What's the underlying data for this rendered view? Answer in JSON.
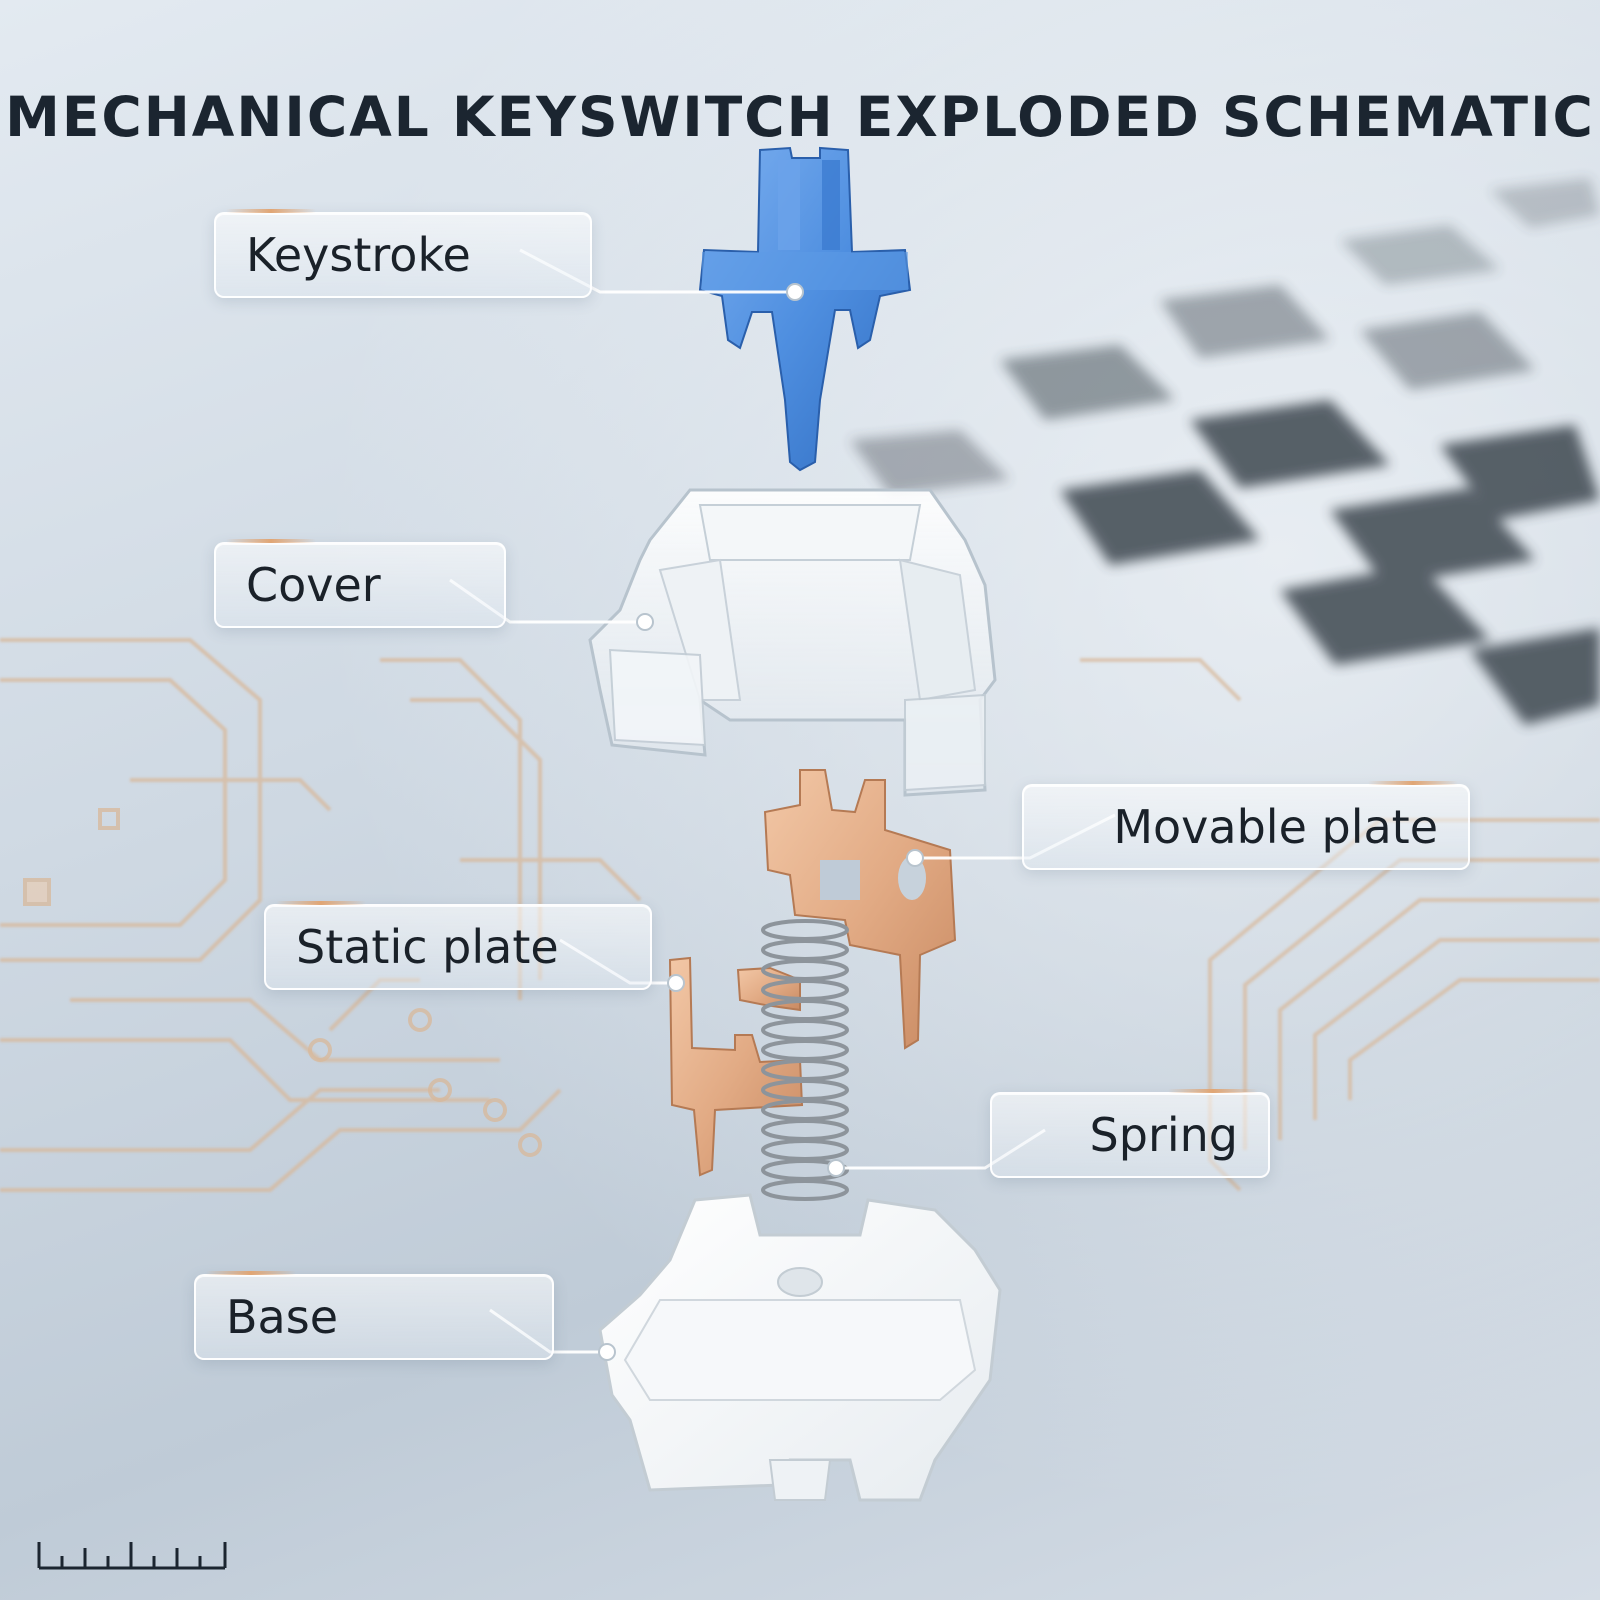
{
  "title": "MECHANICAL KEYSWITCH EXPLODED SCHEMATIC",
  "labels": {
    "keystroke": "Keystroke",
    "cover": "Cover",
    "movable_plate": "Movable plate",
    "static_plate": "Static plate",
    "spring": "Spring",
    "base": "Base"
  },
  "colors": {
    "stem": "#4f8fe0",
    "contact_copper": "#e2ab85",
    "circuit_trace": "#d8b89a",
    "title_text": "#1b2530"
  },
  "icons": {
    "ruler": "ruler-icon"
  }
}
